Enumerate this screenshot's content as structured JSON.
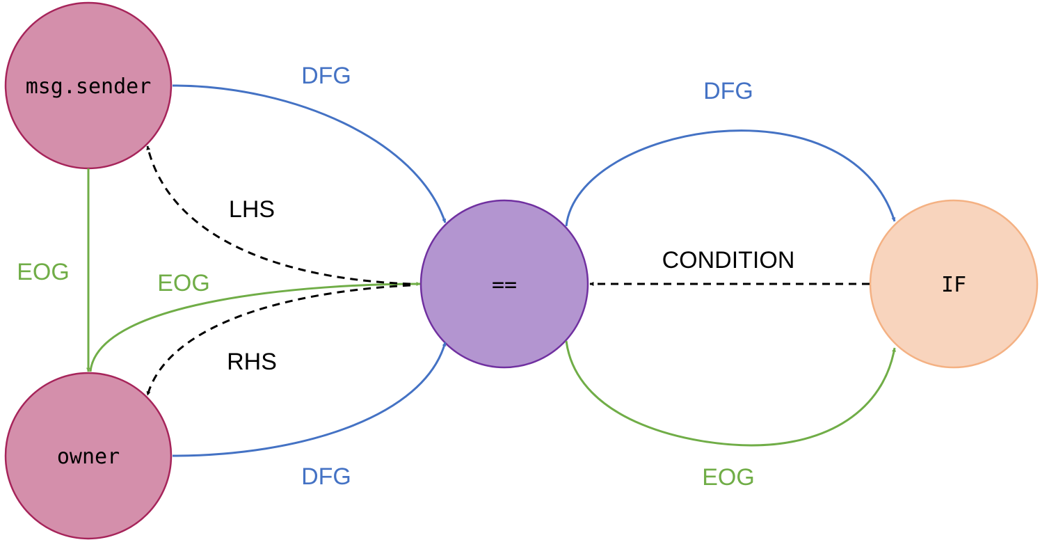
{
  "colors": {
    "dfg": "#4472c4",
    "eog": "#70ad47",
    "ast": "#000000",
    "node_pink_fill": "#d48fab",
    "node_pink_stroke": "#a6245a",
    "node_purple_fill": "#b395d0",
    "node_purple_stroke": "#7030a0",
    "node_orange_fill": "#f8d4bd",
    "node_orange_stroke": "#f4b183"
  },
  "nodes": {
    "msg_sender": {
      "label": "msg.sender"
    },
    "owner": {
      "label": "owner"
    },
    "equals": {
      "label": "=="
    },
    "if": {
      "label": "IF"
    }
  },
  "edges": {
    "dfg_sender_to_eq": {
      "label": "DFG"
    },
    "dfg_eq_to_if": {
      "label": "DFG"
    },
    "dfg_owner_to_eq": {
      "label": "DFG"
    },
    "eog_sender_to_owner": {
      "label": "EOG"
    },
    "eog_owner_to_eq": {
      "label": "EOG"
    },
    "eog_eq_to_if": {
      "label": "EOG"
    },
    "lhs": {
      "label": "LHS"
    },
    "rhs": {
      "label": "RHS"
    },
    "condition": {
      "label": "CONDITION"
    }
  }
}
